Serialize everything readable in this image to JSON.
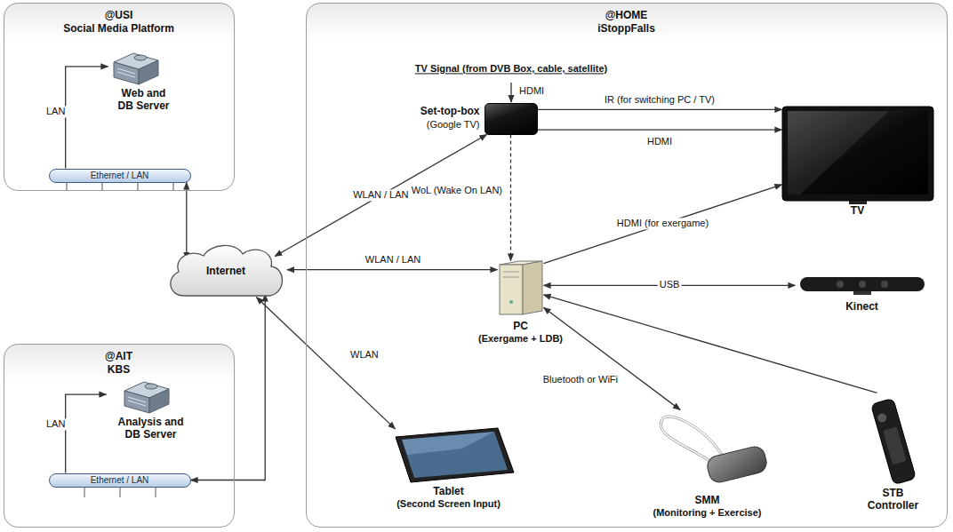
{
  "diagram": {
    "nodes": [
      {
        "text": [
          "@USI",
          "Social Media Platform"
        ]
      },
      {
        "text": [
          "Web and DB Server"
        ],
        "in": 0
      },
      {
        "text": [
          "Ethernet / LAN"
        ],
        "in": 0
      },
      {
        "text": [
          "@AIT",
          "KBS"
        ]
      },
      {
        "text": [
          "Analysis and DB Server"
        ],
        "in": 3
      },
      {
        "text": [
          "Ethernet / LAN"
        ],
        "in": 3
      },
      {
        "text": [
          "Internet"
        ]
      },
      {
        "text": [
          "@HOME",
          "iStoppFalls"
        ]
      },
      {
        "text": [
          "Set-top-box",
          "(Google TV)"
        ],
        "in": 7
      },
      {
        "text": [
          "TV"
        ],
        "in": 7
      },
      {
        "text": [
          "PC",
          "(Exergame + LDB)"
        ],
        "in": 7
      },
      {
        "text": [
          "Kinect"
        ],
        "in": 7
      },
      {
        "text": [
          "Tablet",
          "(Second Screen Input)"
        ],
        "in": 7
      },
      {
        "text": [
          "SMM",
          "(Monitoring + Exercise)"
        ],
        "in": 7
      },
      {
        "text": [
          "STB Controller"
        ],
        "in": 7
      }
    ],
    "edges": [
      {
        "from": 2,
        "to": 1,
        "arrow": "to",
        "label": "LAN"
      },
      {
        "from": 6,
        "to": 2,
        "arrow": "both"
      },
      {
        "from": 5,
        "to": 4,
        "arrow": "to",
        "label": "LAN"
      },
      {
        "from": 6,
        "to": 5,
        "arrow": "both"
      },
      {
        "from": 6,
        "to": 8,
        "arrow": "both",
        "label": "WLAN / LAN"
      },
      {
        "from": 8,
        "to": 9,
        "arrow": "to",
        "label": "IR (for switching PC / TV)"
      },
      {
        "from": 8,
        "to": 9,
        "arrow": "to",
        "label": "HDMI"
      },
      {
        "from": 8,
        "to": 10,
        "arrow": "to",
        "label": "WoL (Wake On LAN)"
      },
      {
        "from": 10,
        "to": 9,
        "arrow": "to",
        "label": "HDMI (for exergame)"
      },
      {
        "from": 6,
        "to": 10,
        "arrow": "both",
        "label": "WLAN / LAN"
      },
      {
        "from": 10,
        "to": 11,
        "arrow": "both",
        "label": "USB"
      },
      {
        "from": 6,
        "to": 12,
        "arrow": "both",
        "label": "WLAN"
      },
      {
        "from": 10,
        "to": 13,
        "arrow": "both",
        "label": "Bluetooth or WiFi"
      },
      {
        "from": 14,
        "to": 10,
        "arrow": "to"
      }
    ],
    "labels": [
      "TV Signal (from DVB Box, cable, satellite)",
      "HDMI"
    ]
  }
}
